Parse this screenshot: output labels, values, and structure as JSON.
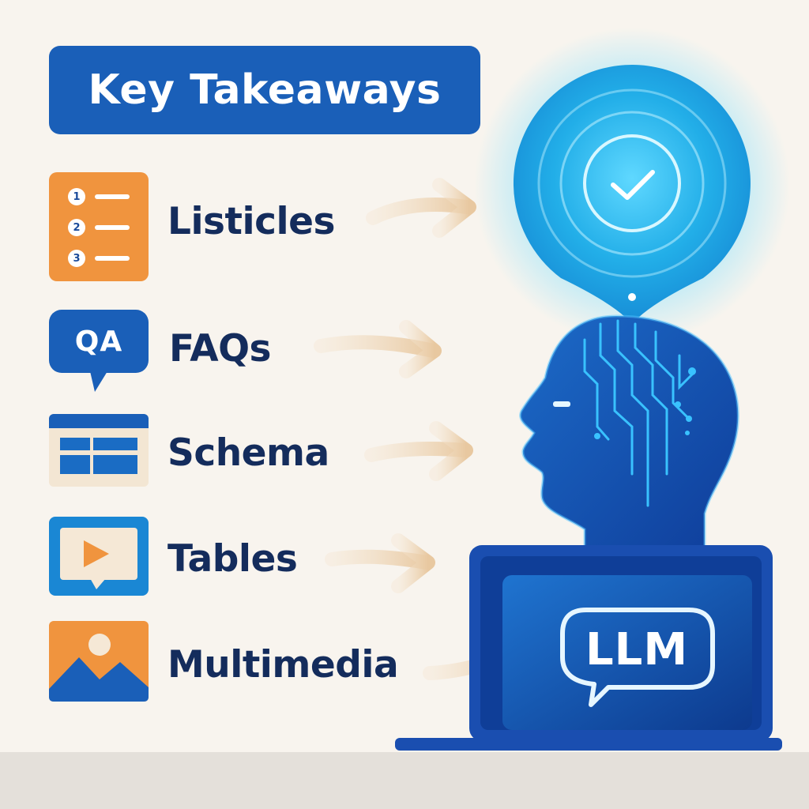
{
  "title": "Key Takeaways",
  "items": [
    {
      "label": "Listicles",
      "icon": "numbered-list-icon"
    },
    {
      "label": "FAQs",
      "icon": "qa-speech-bubble-icon",
      "icon_text": "QA"
    },
    {
      "label": "Schema",
      "icon": "schema-grid-icon"
    },
    {
      "label": "Tables",
      "icon": "video-play-icon"
    },
    {
      "label": "Multimedia",
      "icon": "image-mountain-icon"
    }
  ],
  "listicle_numbers": [
    "1",
    "2",
    "3"
  ],
  "llm": {
    "label": "LLM"
  },
  "colors": {
    "background": "#f8f4ee",
    "title_bg": "#1a5fb8",
    "label_text": "#142c5c",
    "orange": "#f0943e",
    "blue": "#1a5fb8",
    "arrow": "#ecd2b0",
    "glow": "#2bb8f0"
  }
}
